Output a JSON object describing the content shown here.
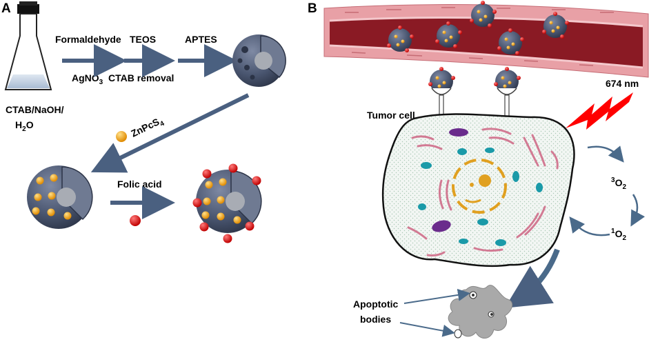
{
  "panel_a": {
    "letter": "A",
    "flask_contents": [
      "CTAB/NaOH/",
      "H",
      "2",
      "O"
    ],
    "steps": {
      "formaldehyde": "Formaldehyde",
      "agno3": [
        "AgNO",
        "3"
      ],
      "teos": "TEOS",
      "ctab_removal": "CTAB removal",
      "aptes": "APTES",
      "znpcs4": [
        "ZnPcS",
        "4"
      ],
      "folic_acid": "Folic acid"
    }
  },
  "panel_b": {
    "letter": "B",
    "tumor_cell": "Tumor cell",
    "wavelength": "674 nm",
    "triplet_oxygen": [
      "3",
      "O",
      "2"
    ],
    "singlet_oxygen": [
      "1",
      "O",
      "2"
    ],
    "apoptotic_bodies": [
      "Apoptotic",
      "bodies"
    ]
  },
  "colors": {
    "nanoparticle": "#4a5670",
    "zinc_phthalocyanine": "#f0a020",
    "folic_acid": "#e01010",
    "vessel_wall": "#e8a0a6",
    "vessel_lumen": "#8a1a24",
    "arrow": "#4a6080",
    "laser": "#ff0000"
  }
}
